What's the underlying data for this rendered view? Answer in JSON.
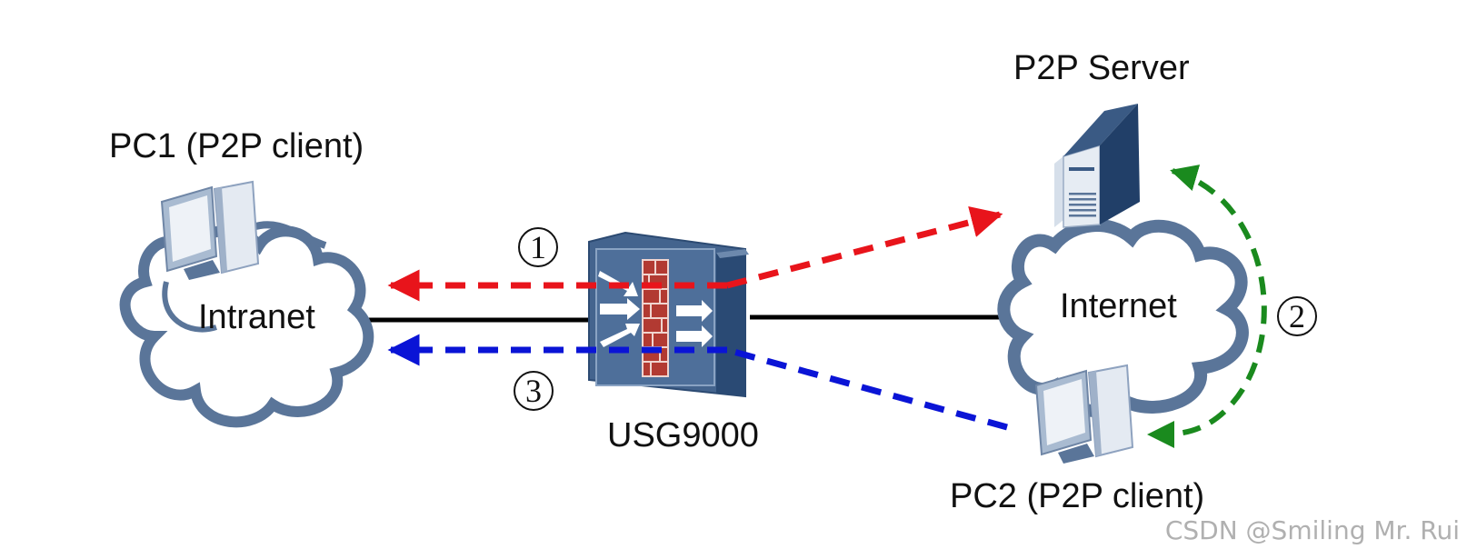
{
  "diagram": {
    "title": "P2P traversal through USG9000 firewall",
    "nodes": {
      "pc1": {
        "label": "PC1 (P2P client)",
        "icon": "desktop-pc-icon"
      },
      "intranet": {
        "label": "Intranet",
        "icon": "cloud-icon"
      },
      "firewall": {
        "label": "USG9000",
        "icon": "firewall-icon"
      },
      "internet": {
        "label": "Internet",
        "icon": "cloud-icon"
      },
      "server": {
        "label": "P2P Server",
        "icon": "server-tower-icon"
      },
      "pc2": {
        "label": "PC2 (P2P client)",
        "icon": "desktop-pc-icon"
      }
    },
    "links": [
      {
        "from": "intranet",
        "to": "firewall",
        "style": "solid",
        "color": "#000000"
      },
      {
        "from": "firewall",
        "to": "internet",
        "style": "solid",
        "color": "#000000"
      }
    ],
    "flows": [
      {
        "step": "①",
        "from": "firewall",
        "to": "server",
        "also_to": "intranet",
        "color": "#e8141b",
        "style": "dashed"
      },
      {
        "step": "②",
        "from": "server",
        "to": "pc2",
        "color": "#1a8a1e",
        "style": "dashed",
        "bidirectional": true
      },
      {
        "step": "③",
        "from": "pc2",
        "to": "intranet",
        "via": "firewall",
        "color": "#0a14d6",
        "style": "dashed"
      }
    ],
    "colors": {
      "cloud_outline": "#5a7599",
      "device_dark": "#2f4d73",
      "device_light": "#dfe6ef",
      "brick": "#b23a32"
    }
  },
  "watermark": "CSDN @Smiling Mr. Rui"
}
